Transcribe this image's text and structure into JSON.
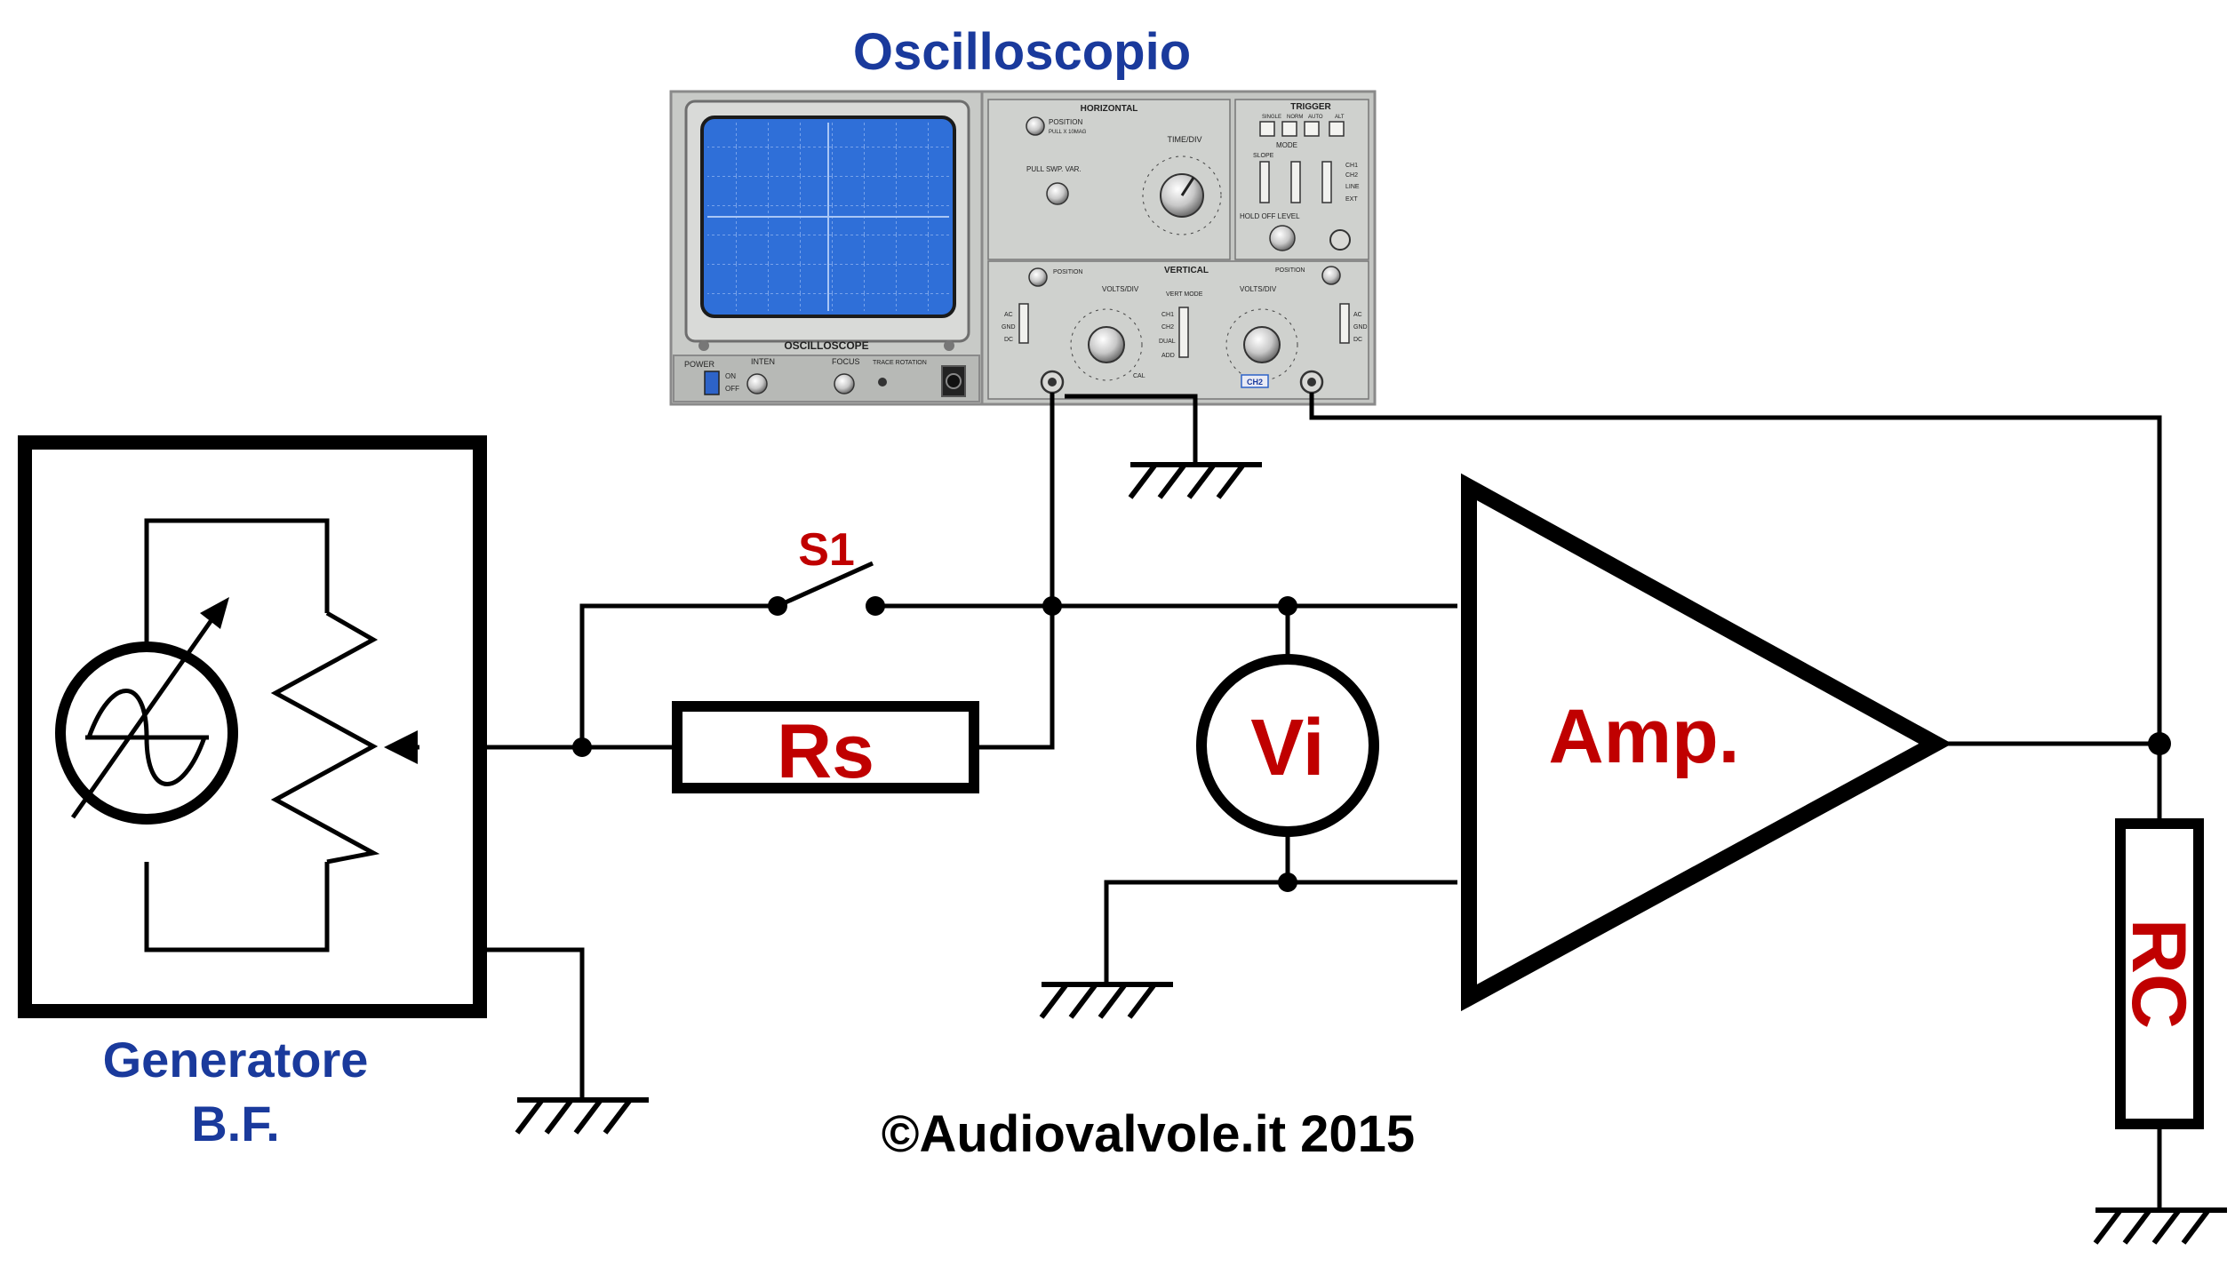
{
  "diagram": {
    "oscilloscope_title": "Oscilloscopio",
    "generator_label_line1": "Generatore",
    "generator_label_line2": "B.F.",
    "switch_label": "S1",
    "resistor_rs_label": "Rs",
    "voltmeter_label": "Vi",
    "amplifier_label": "Amp.",
    "load_label": "RC",
    "copyright": "©Audiovalvole.it 2015"
  },
  "oscilloscope": {
    "screen_label": "OSCILLOSCOPE",
    "horizontal": "HORIZONTAL",
    "vertical": "VERTICAL",
    "trigger": "TRIGGER",
    "position": "POSITION",
    "pull_x10": "PULL X 10MAG",
    "pull_swp_var": "PULL SWP. VAR.",
    "time_div": "TIME/DIV",
    "hold_off_level": "HOLD OFF  LEVEL",
    "volts_div": "VOLTS/DIV",
    "vert_mode": "VERT MODE",
    "power": "POWER",
    "inten": "INTEN",
    "focus": "FOCUS",
    "trace_rotation": "TRACE ROTATION",
    "on": "ON",
    "off": "OFF",
    "ch1": "CH1",
    "ch2": "CH2",
    "dual": "DUAL",
    "add": "ADD",
    "ac": "AC",
    "gnd": "GND",
    "dc": "DC",
    "cal": "CAL",
    "mode": "MODE",
    "single": "SINGLE",
    "norm": "NORM",
    "auto": "AUTO",
    "alt": "ALT",
    "line": "LINE",
    "ext": "EXT",
    "slope": "SLOPE"
  },
  "colors": {
    "blue_text": "#1a3a9c",
    "red_text": "#c00000",
    "wire": "#000000",
    "panel": "#c4c6c3",
    "screen": "#2f6fd8"
  }
}
